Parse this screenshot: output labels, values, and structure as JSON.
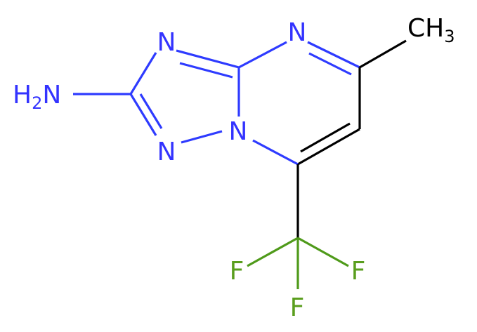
{
  "colors": {
    "carbon": "#000000",
    "nitrogen": "#3333ff",
    "fluorine": "#5a9e1e"
  },
  "atoms": {
    "n_top": "N",
    "n_pyrimidine": "N",
    "n_bridge": "N",
    "n_bottom": "N",
    "amine_h": "H",
    "amine_sub": "2",
    "amine_n": "N",
    "methyl_c": "CH",
    "methyl_sub": "3",
    "f_left": "F",
    "f_right": "F",
    "f_bottom": "F"
  }
}
